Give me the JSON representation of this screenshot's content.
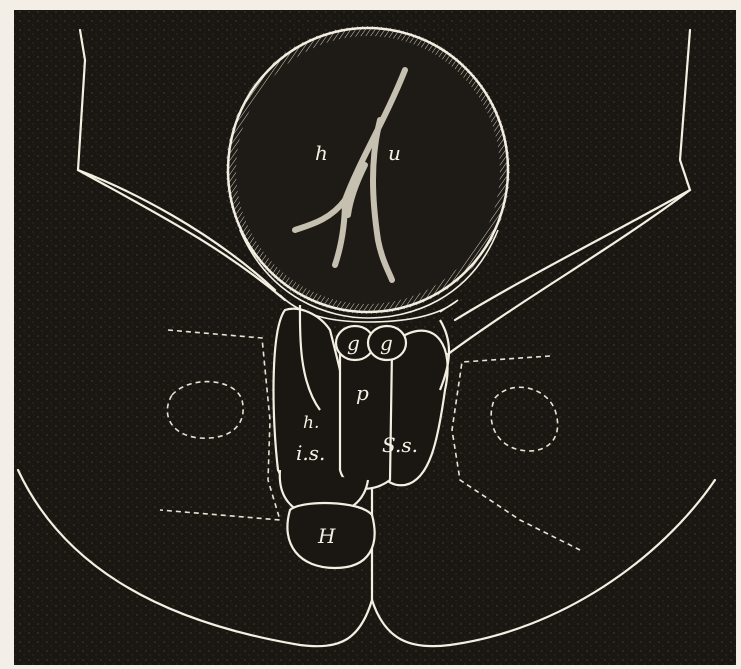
{
  "figure": {
    "background_color": "#1a1713",
    "line_color": "#f4efe2",
    "paper_color": "#f3efe6",
    "labels": {
      "h_bladder": "h",
      "u_bladder": "u",
      "g_left": "g",
      "g_right": "g",
      "p": "p",
      "h_left": "h.",
      "is_left": "i.s.",
      "ss_right": "S.s.",
      "H_bottom": "H"
    }
  }
}
